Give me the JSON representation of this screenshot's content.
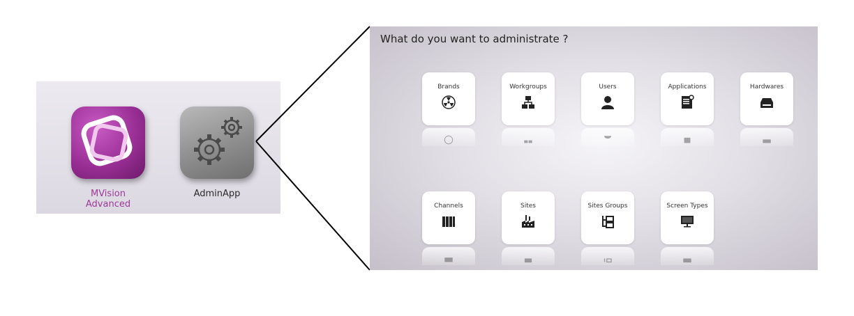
{
  "launcher": {
    "apps": [
      {
        "label": "MVision Advanced",
        "icon": "mvision-logo-icon",
        "color": "#9b3a96"
      },
      {
        "label": "AdminApp",
        "icon": "gears-icon",
        "color": "#8e8e8e"
      }
    ]
  },
  "admin": {
    "title": "What do you want to administrate ?",
    "tiles": [
      {
        "label": "Brands",
        "icon": "radiation-icon"
      },
      {
        "label": "Workgroups",
        "icon": "org-chart-icon"
      },
      {
        "label": "Users",
        "icon": "user-icon"
      },
      {
        "label": "Applications",
        "icon": "document-icon"
      },
      {
        "label": "Hardwares",
        "icon": "hardware-device-icon"
      },
      {
        "label": "Channels",
        "icon": "film-strip-icon"
      },
      {
        "label": "Sites",
        "icon": "factory-icon"
      },
      {
        "label": "Sites Groups",
        "icon": "hierarchy-icon"
      },
      {
        "label": "Screen Types",
        "icon": "monitor-icon"
      }
    ]
  }
}
